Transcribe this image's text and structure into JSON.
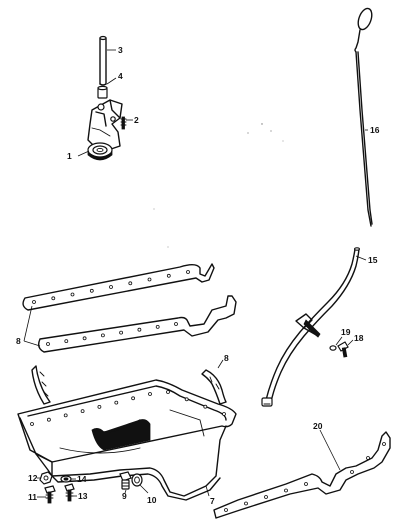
{
  "callouts": {
    "c1": "1",
    "c2": "2",
    "c3": "3",
    "c4": "4",
    "c7": "7",
    "c8a": "8",
    "c8b": "8",
    "c9": "9",
    "c10": "10",
    "c11": "11",
    "c12": "12",
    "c13": "13",
    "c14": "14",
    "c15": "15",
    "c16": "16",
    "c18": "18",
    "c19": "19",
    "c20": "20"
  }
}
